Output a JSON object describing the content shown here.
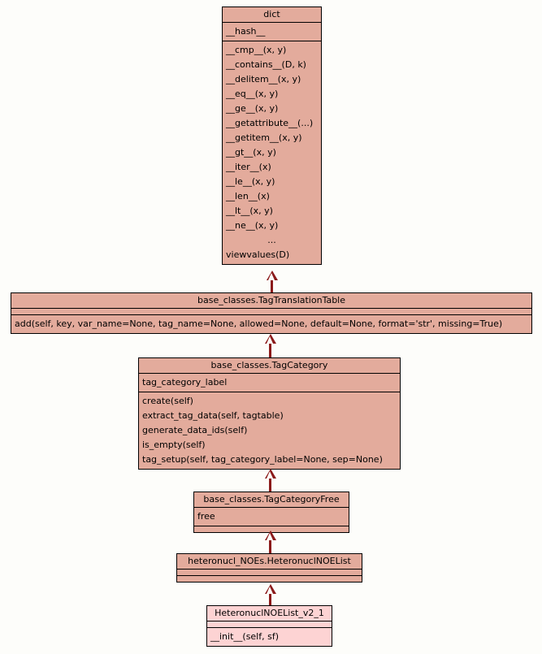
{
  "diagram": {
    "type": "uml-class-diagram",
    "background_color": "#fdfdfa",
    "box_fill_color": "#e3ab9c",
    "leaf_fill_color": "#fdd3d3",
    "border_color": "#000000",
    "edge_color": "#8b1a1a",
    "relation": "generalization"
  },
  "classes": [
    {
      "id": "dict",
      "title": "dict",
      "attributes": [
        "__hash__"
      ],
      "operations": [
        "__cmp__(x, y)",
        "__contains__(D, k)",
        "__delitem__(x, y)",
        "__eq__(x, y)",
        "__ge__(x, y)",
        "__getattribute__(...)",
        "__getitem__(x, y)",
        "__gt__(x, y)",
        "__iter__(x)",
        "__le__(x, y)",
        "__len__(x)",
        "__lt__(x, y)",
        "__ne__(x, y)",
        "...",
        "viewvalues(D)"
      ]
    },
    {
      "id": "tag-translation-table",
      "title": "base_classes.TagTranslationTable",
      "attributes": [],
      "operations": [
        "add(self, key, var_name=None, tag_name=None, allowed=None, default=None, format='str', missing=True)"
      ]
    },
    {
      "id": "tag-category",
      "title": "base_classes.TagCategory",
      "attributes": [
        "tag_category_label"
      ],
      "operations": [
        "create(self)",
        "extract_tag_data(self, tagtable)",
        "generate_data_ids(self)",
        "is_empty(self)",
        "tag_setup(self, tag_category_label=None, sep=None)"
      ]
    },
    {
      "id": "tag-category-free",
      "title": "base_classes.TagCategoryFree",
      "attributes": [
        "free"
      ],
      "operations": []
    },
    {
      "id": "heteronuc-noe-list",
      "title": "heteronucl_NOEs.HeteronuclNOEList",
      "attributes": [],
      "operations": []
    },
    {
      "id": "heteronuc-noe-list-v2-1",
      "title": "HeteronuclNOEList_v2_1",
      "attributes": [],
      "operations": [
        "__init__(self, sf)"
      ]
    }
  ]
}
